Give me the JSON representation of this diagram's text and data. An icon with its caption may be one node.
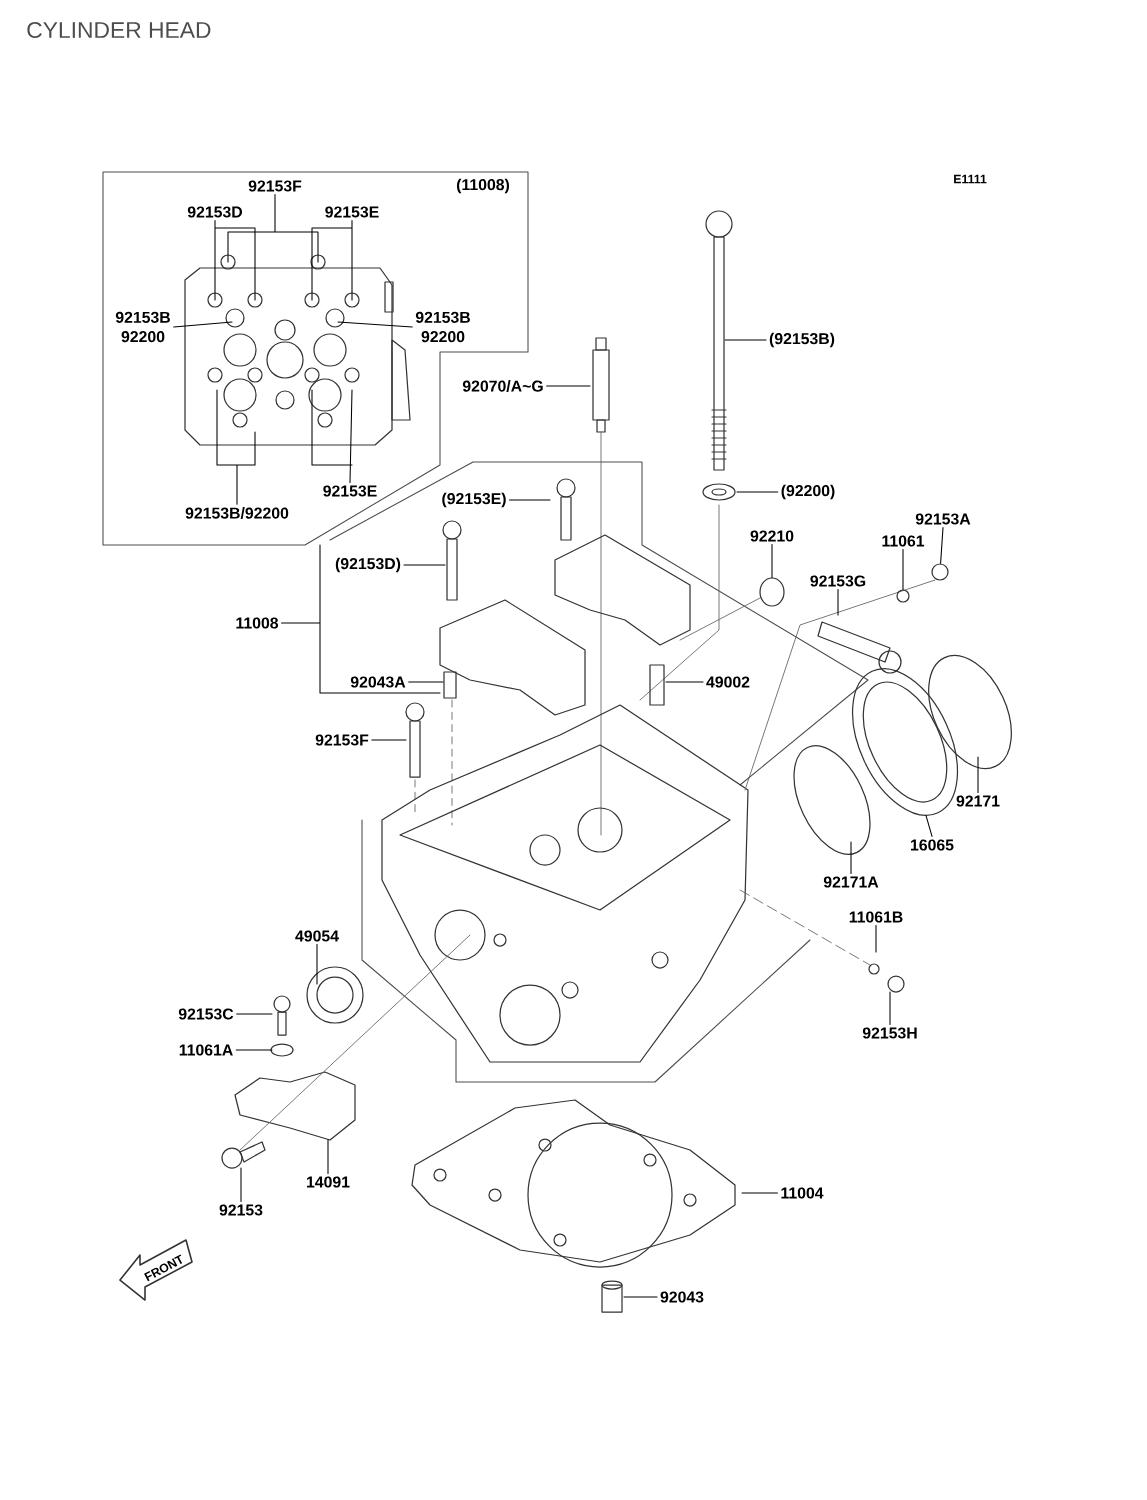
{
  "diagram": {
    "title": "CYLINDER HEAD",
    "nodes": [
      {
        "text": [
          "92153F"
        ]
      },
      {
        "text": [
          "92153D"
        ]
      },
      {
        "text": [
          "92153E"
        ]
      },
      {
        "text": [
          "92153B",
          "92200"
        ]
      },
      {
        "text": [
          "92153B",
          "92200"
        ]
      },
      {
        "text": [
          "92153E"
        ]
      },
      {
        "text": [
          "92153B/92200"
        ]
      },
      {
        "text": [
          "(92153B)"
        ]
      },
      {
        "text": [
          "92070/A~G"
        ]
      },
      {
        "text": [
          "(92200)"
        ]
      },
      {
        "text": [
          "(92153E)"
        ]
      },
      {
        "text": [
          "92210"
        ]
      },
      {
        "text": [
          "11061"
        ]
      },
      {
        "text": [
          "92153A"
        ]
      },
      {
        "text": [
          "(92153D)"
        ]
      },
      {
        "text": [
          "92153G"
        ]
      },
      {
        "text": [
          "11008"
        ]
      },
      {
        "text": [
          "92043A"
        ]
      },
      {
        "text": [
          "49002"
        ]
      },
      {
        "text": [
          "92153F"
        ]
      },
      {
        "text": [
          "92171"
        ]
      },
      {
        "text": [
          "16065"
        ]
      },
      {
        "text": [
          "92171A"
        ]
      },
      {
        "text": [
          "11061B"
        ]
      },
      {
        "text": [
          "49054"
        ]
      },
      {
        "text": [
          "92153C"
        ]
      },
      {
        "text": [
          "92153H"
        ]
      },
      {
        "text": [
          "11061A"
        ]
      },
      {
        "text": [
          "14091"
        ]
      },
      {
        "text": [
          "92153"
        ]
      },
      {
        "text": [
          "11004"
        ]
      },
      {
        "text": [
          "92043"
        ]
      },
      {
        "text": [],
        "shape": "circle"
      },
      {
        "text": [],
        "shape": "circle"
      },
      {
        "text": [],
        "shape": "circle"
      },
      {
        "text": [],
        "shape": "circle"
      }
    ],
    "edges": [
      {
        "from": 0,
        "to": null,
        "arrow": "none"
      },
      {
        "from": 1,
        "to": null,
        "arrow": "none"
      },
      {
        "from": 2,
        "to": null,
        "arrow": "none"
      },
      {
        "from": 3,
        "to": null,
        "arrow": "none"
      },
      {
        "from": 4,
        "to": null,
        "arrow": "none"
      },
      {
        "from": 5,
        "to": null,
        "arrow": "none"
      },
      {
        "from": 6,
        "to": null,
        "arrow": "none"
      },
      {
        "from": 7,
        "to": null,
        "arrow": "none"
      },
      {
        "from": 8,
        "to": null,
        "arrow": "none"
      },
      {
        "from": 9,
        "to": null,
        "arrow": "none"
      },
      {
        "from": 10,
        "to": null,
        "arrow": "none"
      },
      {
        "from": 11,
        "to": 32,
        "arrow": "none"
      },
      {
        "from": 12,
        "to": 33,
        "arrow": "none"
      },
      {
        "from": 13,
        "to": 34,
        "arrow": "none"
      },
      {
        "from": 14,
        "to": null,
        "arrow": "none"
      },
      {
        "from": 15,
        "to": null,
        "arrow": "none"
      },
      {
        "from": 16,
        "to": null,
        "arrow": "none"
      },
      {
        "from": 17,
        "to": null,
        "arrow": "none"
      },
      {
        "from": 18,
        "to": null,
        "arrow": "none"
      },
      {
        "from": 19,
        "to": null,
        "arrow": "none"
      },
      {
        "from": 20,
        "to": null,
        "arrow": "none"
      },
      {
        "from": 21,
        "to": 35,
        "arrow": "none"
      },
      {
        "from": 22,
        "to": null,
        "arrow": "none"
      },
      {
        "from": 23,
        "to": null,
        "arrow": "none"
      },
      {
        "from": 24,
        "to": null,
        "arrow": "none"
      },
      {
        "from": 25,
        "to": null,
        "arrow": "none"
      },
      {
        "from": 26,
        "to": null,
        "arrow": "none"
      },
      {
        "from": 27,
        "to": null,
        "arrow": "none"
      },
      {
        "from": 28,
        "to": null,
        "arrow": "none"
      },
      {
        "from": 29,
        "to": null,
        "arrow": "none"
      },
      {
        "from": 30,
        "to": null,
        "arrow": "none"
      },
      {
        "from": 31,
        "to": null,
        "arrow": "none"
      }
    ],
    "labels": [
      "(11008)",
      "E1111",
      "FRONT"
    ]
  }
}
